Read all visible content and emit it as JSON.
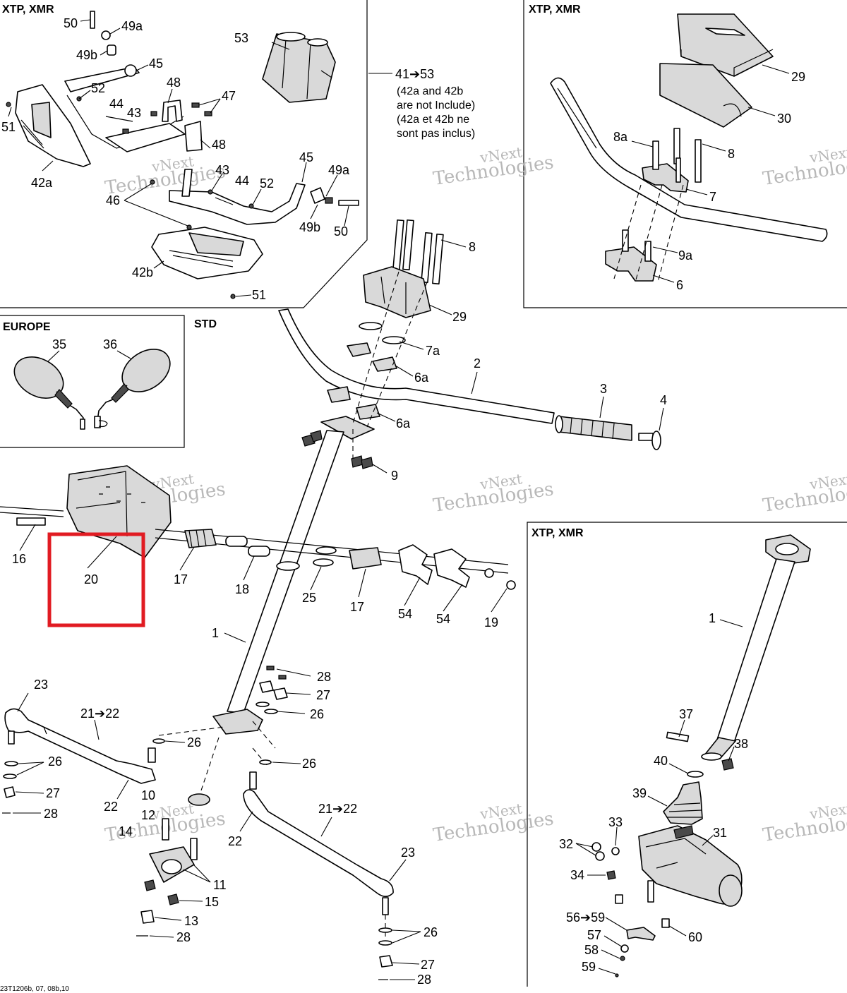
{
  "panels": {
    "top_left": "XTP, XMR",
    "top_right": "XTP, XMR",
    "europe": "EUROPE",
    "std": "STD",
    "bottom_right": "XTP, XMR"
  },
  "kit_note": {
    "range": "41➔53",
    "line1": "(42a and 42b",
    "line2": "are not Include)",
    "line3": "(42a et 42b ne",
    "line4": "sont pas inclus)"
  },
  "callouts": {
    "c50a": "50",
    "c49a1": "49a",
    "c49b1": "49b",
    "c45a": "45",
    "c53": "53",
    "c52a": "52",
    "c44a": "44",
    "c43a": "43",
    "c48a": "48",
    "c47": "47",
    "c51a": "51",
    "c42a": "42a",
    "c48b": "48",
    "c43b": "43",
    "c44b": "44",
    "c52b": "52",
    "c45b": "45",
    "c49a2": "49a",
    "c46": "46",
    "c49b2": "49b",
    "c50b": "50",
    "c42b": "42b",
    "c51b": "51",
    "r29": "29",
    "r30": "30",
    "r8a": "8a",
    "r8": "8",
    "r7": "7",
    "r9a": "9a",
    "r6": "6",
    "e35": "35",
    "e36": "36",
    "s8": "8",
    "s29": "29",
    "s7a": "7a",
    "s6a1": "6a",
    "s2": "2",
    "s3": "3",
    "s4": "4",
    "s6a2": "6a",
    "s9": "9",
    "s16": "16",
    "s20": "20",
    "s17a": "17",
    "s18": "18",
    "s25": "25",
    "s17b": "17",
    "s54a": "54",
    "s54b": "54",
    "s19": "19",
    "s1": "1",
    "s28a": "28",
    "s27a": "27",
    "s26a": "26",
    "s23a": "23",
    "s2122a": "21➔22",
    "s26b": "26",
    "s26c": "26",
    "s27b": "27",
    "s28b": "28",
    "s26d": "26",
    "s22a": "22",
    "s10": "10",
    "s12": "12",
    "s14": "14",
    "s11": "11",
    "s15": "15",
    "s13": "13",
    "s28c": "28",
    "s22b": "22",
    "s2122b": "21➔22",
    "s23b": "23",
    "s26e": "26",
    "s27c": "27",
    "s28d": "28",
    "b1": "1",
    "b37": "37",
    "b38": "38",
    "b40": "40",
    "b39": "39",
    "b33": "33",
    "b31": "31",
    "b32": "32",
    "b34": "34",
    "b5659": "56➔59",
    "b57": "57",
    "b60": "60",
    "b58": "58",
    "b59": "59"
  },
  "watermark": {
    "line1": "vNext",
    "line2": "Technologies"
  },
  "doc_id": "23T1206b, 07, 08b,10",
  "colors": {
    "highlight": "#e11b22",
    "watermark": "#b8b8b8"
  }
}
